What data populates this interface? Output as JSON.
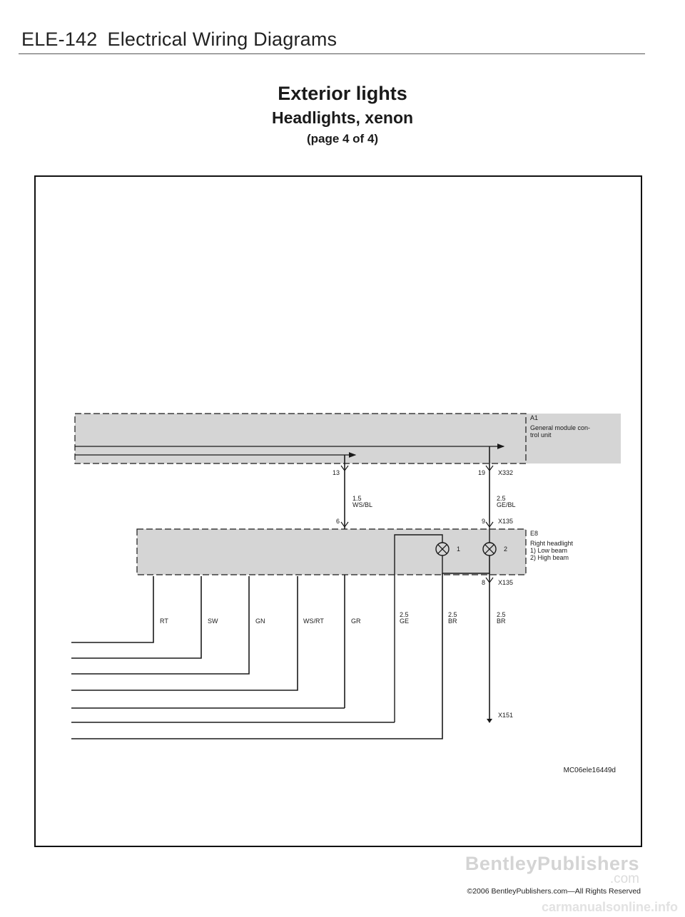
{
  "header": {
    "code": "ELE-142",
    "title": "Electrical Wiring Diagrams"
  },
  "titles": {
    "main": "Exterior lights",
    "sub": "Headlights, xenon",
    "page": "(page 4 of 4)"
  },
  "components": {
    "a1": {
      "id": "A1",
      "desc_line1": "General module con-",
      "desc_line2": "trol unit"
    },
    "e8": {
      "id": "E8",
      "desc_line1": "Right headlight",
      "desc_line2": "1) Low beam",
      "desc_line3": "2) High beam"
    },
    "bulb1": "1",
    "bulb2": "2"
  },
  "connectors": {
    "x332": {
      "name": "X332",
      "pin_a": "13",
      "pin_b": "19"
    },
    "x135_top": {
      "name": "X135",
      "pin_a": "6",
      "pin_b": "9"
    },
    "x135_bottom": {
      "name": "X135",
      "pin": "8"
    },
    "x151": {
      "name": "X151"
    }
  },
  "wires": {
    "a1_to_e8_left": {
      "gauge": "1.5",
      "color": "WS/BL"
    },
    "a1_to_e8_right": {
      "gauge": "2.5",
      "color": "GE/BL"
    },
    "ground_main": {
      "gauge": "2.5",
      "color": "BR"
    },
    "bottom_labels": [
      {
        "gauge": "",
        "color": "RT"
      },
      {
        "gauge": "",
        "color": "SW"
      },
      {
        "gauge": "",
        "color": "GN"
      },
      {
        "gauge": "",
        "color": "WS/RT"
      },
      {
        "gauge": "",
        "color": "GR"
      },
      {
        "gauge": "2.5",
        "color": "GE"
      },
      {
        "gauge": "2.5",
        "color": "BR"
      }
    ]
  },
  "figure_id": "MC06ele16449d",
  "footer": {
    "brand": "BentleyPublishers",
    "brand_sub": ".com",
    "copyright": "©2006 BentleyPublishers.com—All Rights Reserved",
    "watermark": "carmanualsonline.info"
  },
  "colors": {
    "module_fill": "#d5d5d5",
    "line": "#1a1a1a"
  }
}
